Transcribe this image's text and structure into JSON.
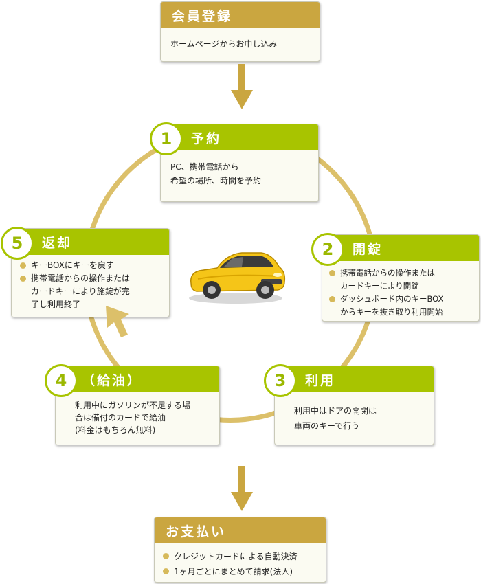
{
  "registration": {
    "title": "会員登録",
    "text": "ホームページからお申し込み"
  },
  "steps": [
    {
      "number": "1",
      "title": "予約",
      "lines": [
        "PC、携帯電話から",
        "希望の場所、時間を予約"
      ]
    },
    {
      "number": "2",
      "title": "開錠",
      "items": [
        [
          "携帯電話からの操作または",
          "カードキーにより開錠"
        ],
        [
          "ダッシュボード内のキーBOX",
          "からキーを抜き取り利用開始"
        ]
      ]
    },
    {
      "number": "3",
      "title": "利用",
      "lines": [
        "利用中はドアの開閉は",
        "車両のキーで行う"
      ]
    },
    {
      "number": "4",
      "title": "（給油）",
      "lines": [
        "利用中にガソリンが不足する場",
        "合は備付のカードで給油",
        "(料金はもちろん無料)"
      ]
    },
    {
      "number": "5",
      "title": "返却",
      "items": [
        [
          "キーBOXにキーを戻す"
        ],
        [
          "携帯電話からの操作または",
          "カードキーにより施錠が完",
          "了し利用終了"
        ]
      ]
    }
  ],
  "payment": {
    "title": "お支払い",
    "items": [
      "クレジットカードによる自動決済",
      "1ヶ月ごとにまとめて請求(法人)"
    ]
  },
  "colors": {
    "green": "#a8c400",
    "gold": "#caa640",
    "ring": "#dcc06a",
    "bullet": "#d6b95a",
    "car": "#f5c518"
  },
  "icons": {
    "car": "yellow-car-icon",
    "arrow": "down-arrow-icon"
  }
}
